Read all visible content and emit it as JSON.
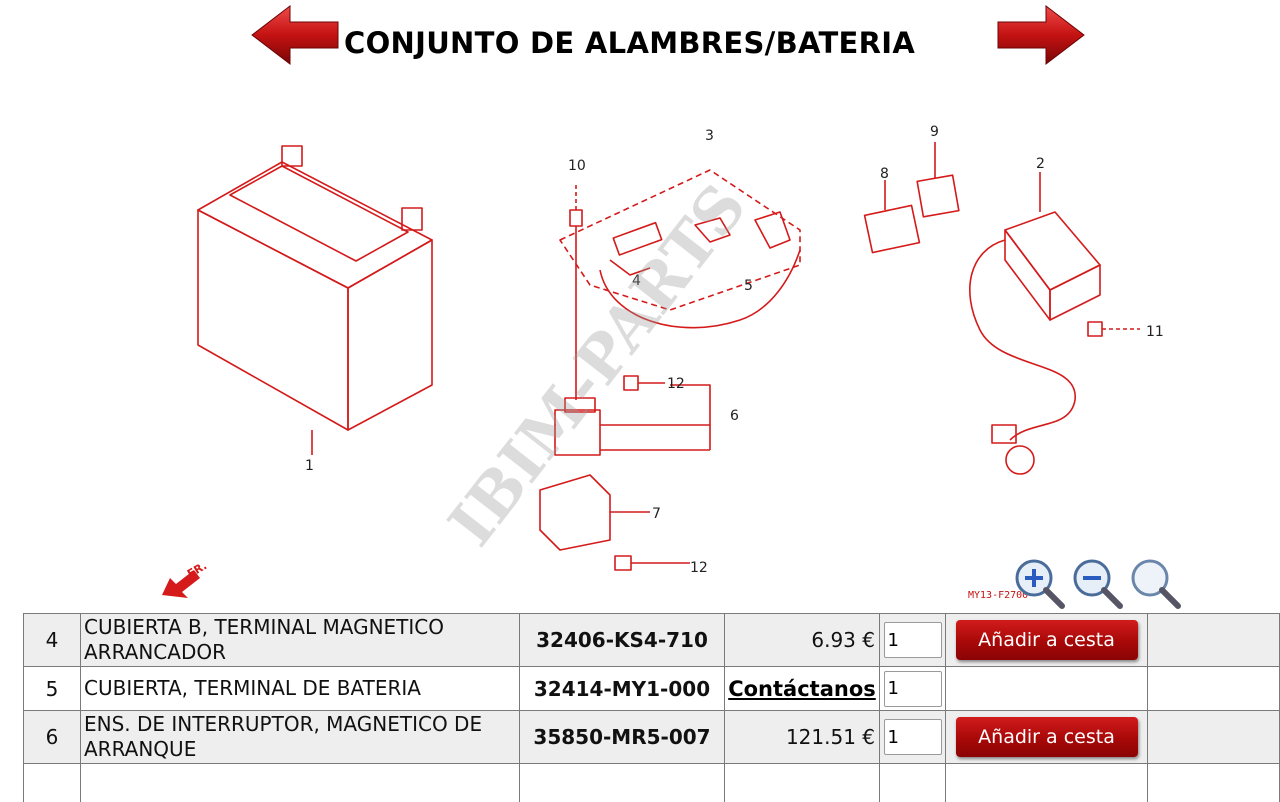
{
  "header": {
    "title": "CONJUNTO DE ALAMBRES/BATERIA"
  },
  "colors": {
    "accent": "#c41212",
    "diagram_line": "#d41a1a",
    "row_alt": "#eeeeee",
    "border": "#7a7a7a"
  },
  "diagram": {
    "callouts": [
      "1",
      "2",
      "3",
      "4",
      "5",
      "6",
      "7",
      "8",
      "9",
      "10",
      "11",
      "12",
      "12"
    ],
    "direction_label": "FR.",
    "ref_code": "MY13-F2700",
    "watermark": "IBIM-PARTS"
  },
  "zoom": {
    "icons": [
      "zoom-in-icon",
      "zoom-out-icon",
      "zoom-reset-icon"
    ]
  },
  "table": {
    "rows": [
      {
        "ref": "4",
        "description": "CUBIERTA B, TERMINAL MAGNETICO ARRANCADOR",
        "part_number": "32406-KS4-710",
        "price": "6.93 €",
        "qty": "1",
        "action": "Añadir a cesta"
      },
      {
        "ref": "5",
        "description": "CUBIERTA, TERMINAL DE BATERIA",
        "part_number": "32414-MY1-000",
        "contact": "Contáctanos",
        "qty": "1"
      },
      {
        "ref": "6",
        "description": "ENS. DE INTERRUPTOR, MAGNETICO DE ARRANQUE",
        "part_number": "35850-MR5-007",
        "price": "121.51 €",
        "qty": "1",
        "action": "Añadir a cesta"
      },
      {
        "ref": "",
        "description": "",
        "part_number": "",
        "price": "",
        "qty": "",
        "action": ""
      }
    ]
  }
}
